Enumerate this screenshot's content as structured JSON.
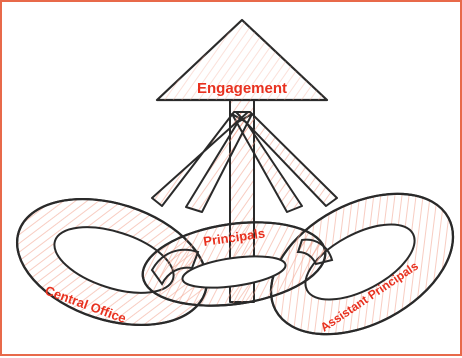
{
  "diagram": {
    "top_label": "Engagement",
    "links": [
      {
        "label": "Central Office"
      },
      {
        "label": "Principals"
      },
      {
        "label": "Assistant Principals"
      }
    ]
  },
  "colors": {
    "frame": "#e8694a",
    "label": "#e8311f",
    "stroke": "#2a2a2a",
    "hatch": "#f2a48f"
  }
}
